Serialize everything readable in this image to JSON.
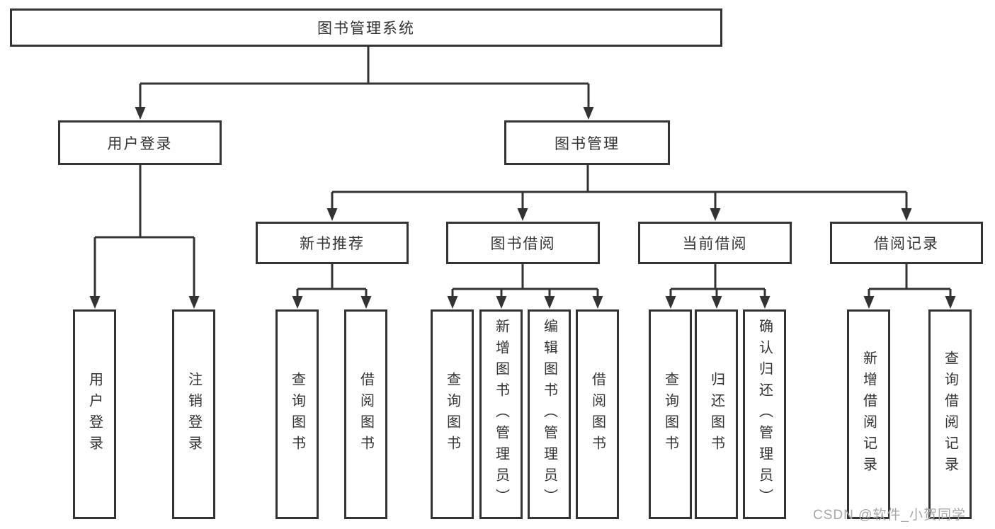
{
  "diagram": {
    "kind": "functional-structure-tree",
    "colors": {
      "line": "#333333",
      "box_border": "#333333",
      "text": "#333333",
      "watermark": "#a6a6a6",
      "background": "#ffffff"
    },
    "tree": {
      "label": "图书管理系统",
      "children": [
        {
          "label": "用户登录",
          "children": [
            {
              "label": "用户登录"
            },
            {
              "label": "注销登录"
            }
          ]
        },
        {
          "label": "图书管理",
          "children": [
            {
              "label": "新书推荐",
              "children": [
                {
                  "label": "查询图书"
                },
                {
                  "label": "借阅图书"
                }
              ]
            },
            {
              "label": "图书借阅",
              "children": [
                {
                  "label": "查询图书"
                },
                {
                  "label": "新增图书（管理员）"
                },
                {
                  "label": "编辑图书（管理员）"
                },
                {
                  "label": "借阅图书"
                }
              ]
            },
            {
              "label": "当前借阅",
              "children": [
                {
                  "label": "查询图书"
                },
                {
                  "label": "归还图书"
                },
                {
                  "label": "确认归还（管理员）"
                }
              ]
            },
            {
              "label": "借阅记录",
              "children": [
                {
                  "label": "新增借阅记录"
                },
                {
                  "label": "查询借阅记录"
                }
              ]
            }
          ]
        }
      ]
    },
    "watermark": {
      "text": "CSDN @软件_小贺同学"
    }
  }
}
